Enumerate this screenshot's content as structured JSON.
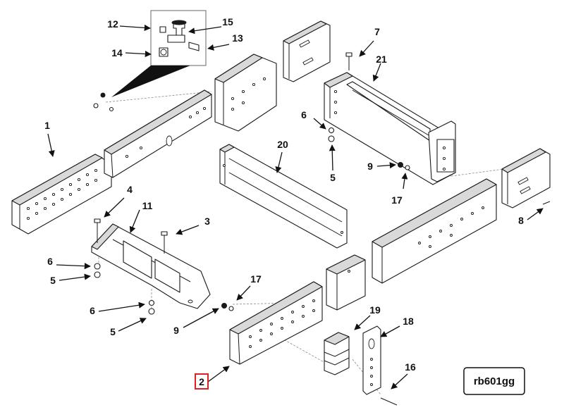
{
  "diagram": {
    "reference_code": "rb601gg",
    "highlighted_callout": "2",
    "callouts": {
      "c1": "1",
      "c2": "2",
      "c3": "3",
      "c4": "4",
      "c5a": "5",
      "c5b": "5",
      "c5c": "5",
      "c6a": "6",
      "c6b": "6",
      "c6c": "6",
      "c7": "7",
      "c8": "8",
      "c9a": "9",
      "c9b": "9",
      "c11": "11",
      "c12": "12",
      "c13": "13",
      "c14": "14",
      "c15": "15",
      "c16": "16",
      "c17a": "17",
      "c17b": "17",
      "c18": "18",
      "c19": "19",
      "c20": "20",
      "c21": "21"
    }
  }
}
